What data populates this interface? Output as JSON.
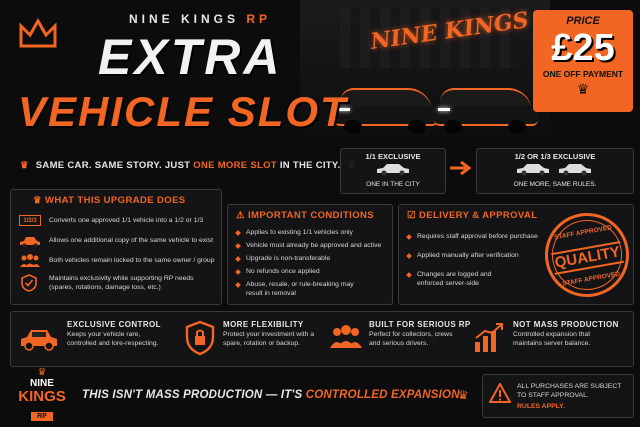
{
  "brand": {
    "name": "NINE KINGS",
    "rp": "RP",
    "garage_sign": "NINE KINGS"
  },
  "title": {
    "line1": "EXTRA",
    "line2": "VEHICLE SLOT"
  },
  "tagline": {
    "prefix": "SAME CAR. SAME STORY. JUST ",
    "highlight": "ONE MORE SLOT",
    "suffix": " IN THE CITY."
  },
  "price": {
    "label": "PRICE",
    "amount": "£25",
    "note": "ONE OFF PAYMENT"
  },
  "comparison": {
    "left": {
      "title": "1/1 EXCLUSIVE",
      "caption": "ONE IN THE CITY"
    },
    "right": {
      "title": "1/2 OR 1/3 EXCLUSIVE",
      "caption": "ONE MORE, SAME RULES."
    }
  },
  "what_upgrade": {
    "title": "WHAT THIS UPGRADE DOES",
    "items": [
      {
        "icon": "1/2/3",
        "text": "Converts one approved 1/1 vehicle into a 1/2 or 1/3"
      },
      {
        "icon": "car-icon",
        "text": "Allows one additional copy of the same vehicle to exist"
      },
      {
        "icon": "group-icon",
        "text": "Both vehicles remain locked to the same owner / group"
      },
      {
        "icon": "shield-check-icon",
        "text": "Maintains exclusivity while supporting RP needs (spares, rotations, damage loss, etc.)"
      }
    ]
  },
  "conditions": {
    "title": "IMPORTANT CONDITIONS",
    "items": [
      "Applies to existing 1/1 vehicles only",
      "Vehicle must already be approved and active",
      "Upgrade is non-transferable",
      "No refunds once applied",
      "Abuse, resale, or rule-breaking may result in removal"
    ]
  },
  "delivery": {
    "title": "DELIVERY & APPROVAL",
    "items": [
      "Requires staff approval before purchase",
      "Applied manually after verification",
      "Changes are logged and enforced server-side"
    ]
  },
  "stamp": {
    "top": "STAFF APPROVED",
    "center": "QUALITY",
    "bottom": "STAFF APPROVED"
  },
  "features": [
    {
      "icon": "car-icon",
      "title": "EXCLUSIVE CONTROL",
      "text": "Keeps your vehicle rare, controlled and lore-respecting."
    },
    {
      "icon": "shield-lock-icon",
      "title": "MORE FLEXIBILITY",
      "text": "Protect your investment with a spare, rotation or backup."
    },
    {
      "icon": "group-icon",
      "title": "BUILT FOR SERIOUS RP",
      "text": "Perfect for collectors, crews and serious drivers."
    },
    {
      "icon": "bar-chart-icon",
      "title": "NOT MASS PRODUCTION",
      "text": "Controlled expansion that maintains server balance."
    }
  ],
  "footer": {
    "logo_top": "NINE",
    "logo_mid": "KINGS",
    "logo_rp": "RP",
    "slogan_prefix": "THIS ISN'T MASS PRODUCTION — IT'S ",
    "slogan_highlight": "CONTROLLED EXPANSION.",
    "notice": "ALL PURCHASES ARE SUBJECT TO STAFF APPROVAL.",
    "notice_highlight": "RULES APPLY."
  },
  "colors": {
    "accent": "#f26522",
    "background": "#0c0c0d",
    "panel": "#161618"
  }
}
